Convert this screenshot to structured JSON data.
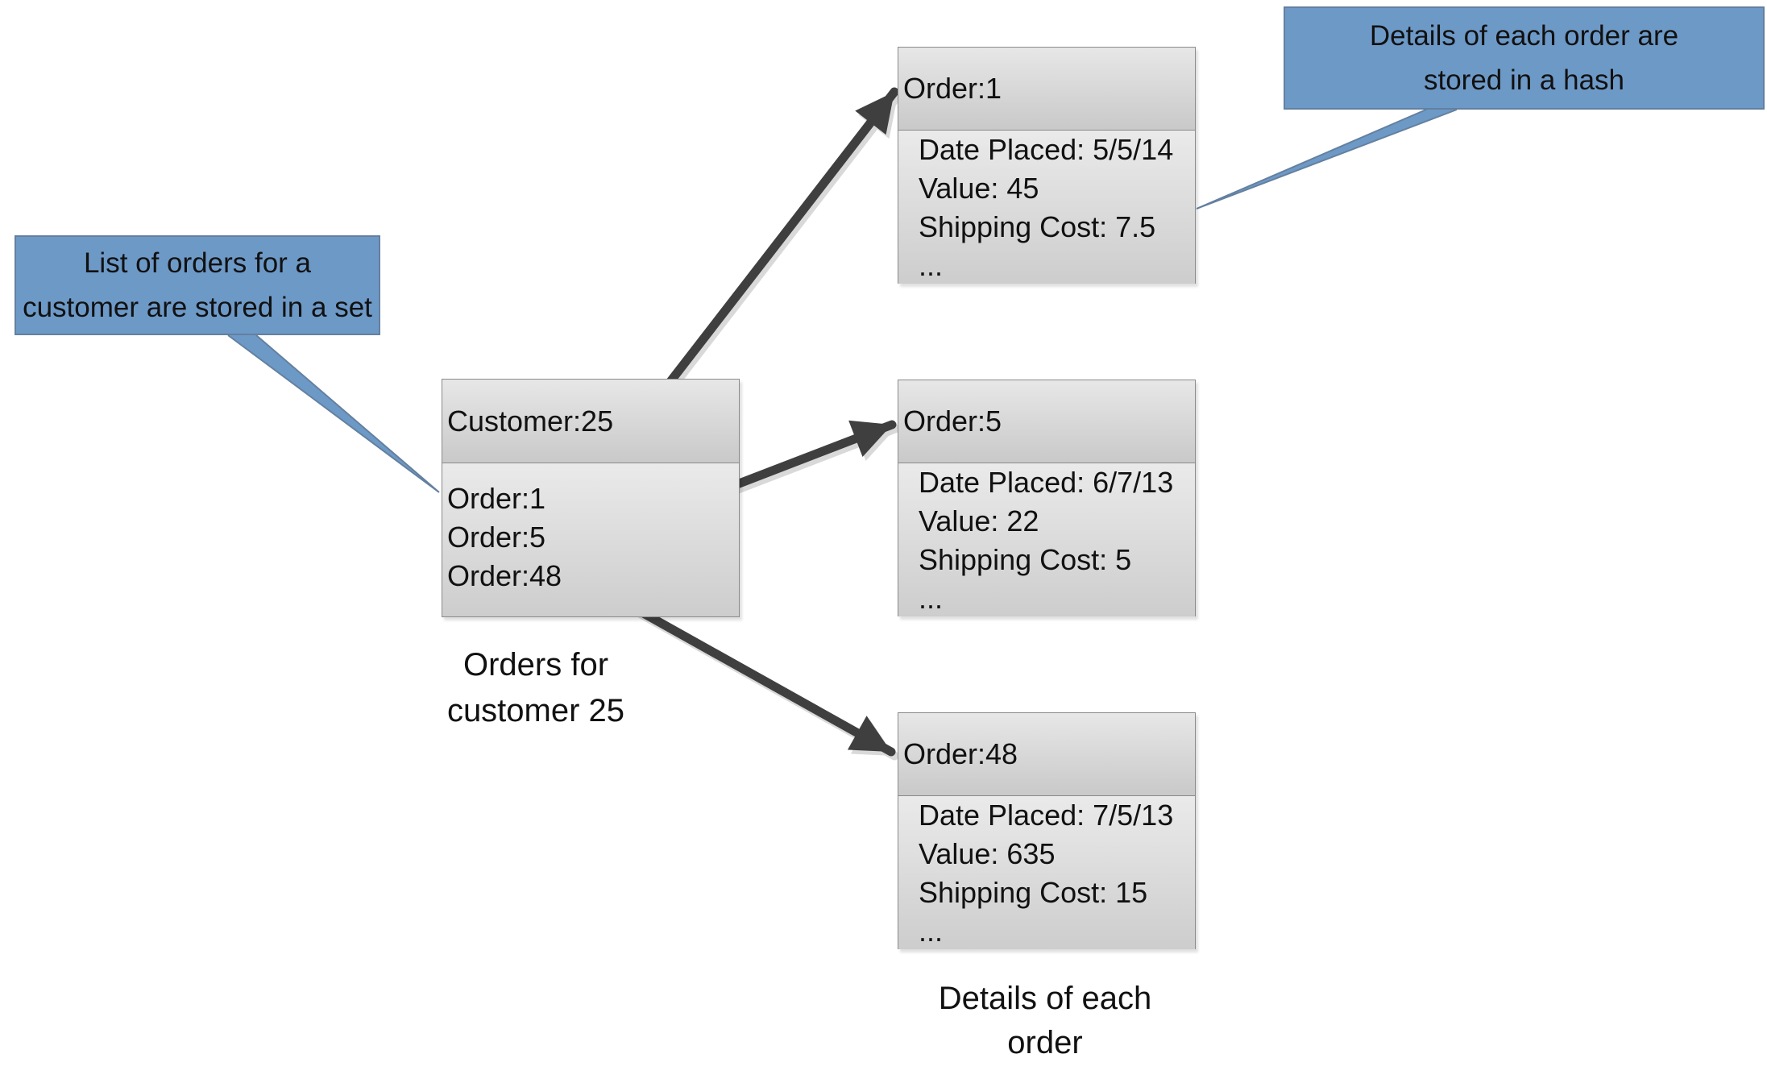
{
  "colors": {
    "callout_fill": "#6d99c7",
    "callout_border": "#64809f",
    "box_border": "#8a8a8a",
    "arrow_color": "#3f3f3f",
    "page_bg": "#ffffff",
    "text_color": "#111111"
  },
  "callout_set": {
    "line1": "List of orders for a",
    "line2": "customer are stored in a set"
  },
  "callout_hash": {
    "line1": "Details of each order are",
    "line2": "stored in a hash"
  },
  "customer_set": {
    "header": "Customer:25",
    "items": [
      "Order:1",
      "Order:5",
      "Order:48"
    ]
  },
  "customer_caption": {
    "line1": "Orders for",
    "line2": "customer 25"
  },
  "orders": [
    {
      "header": "Order:1",
      "fields": [
        "Date Placed: 5/5/14",
        "Value: 45",
        "Shipping Cost: 7.5",
        "..."
      ]
    },
    {
      "header": "Order:5",
      "fields": [
        "Date Placed: 6/7/13",
        "Value: 22",
        "Shipping Cost: 5",
        "..."
      ]
    },
    {
      "header": "Order:48",
      "fields": [
        "Date Placed: 7/5/13",
        "Value: 635",
        "Shipping Cost: 15",
        "..."
      ]
    }
  ],
  "details_caption": {
    "line1": "Details of each",
    "line2": "order"
  }
}
